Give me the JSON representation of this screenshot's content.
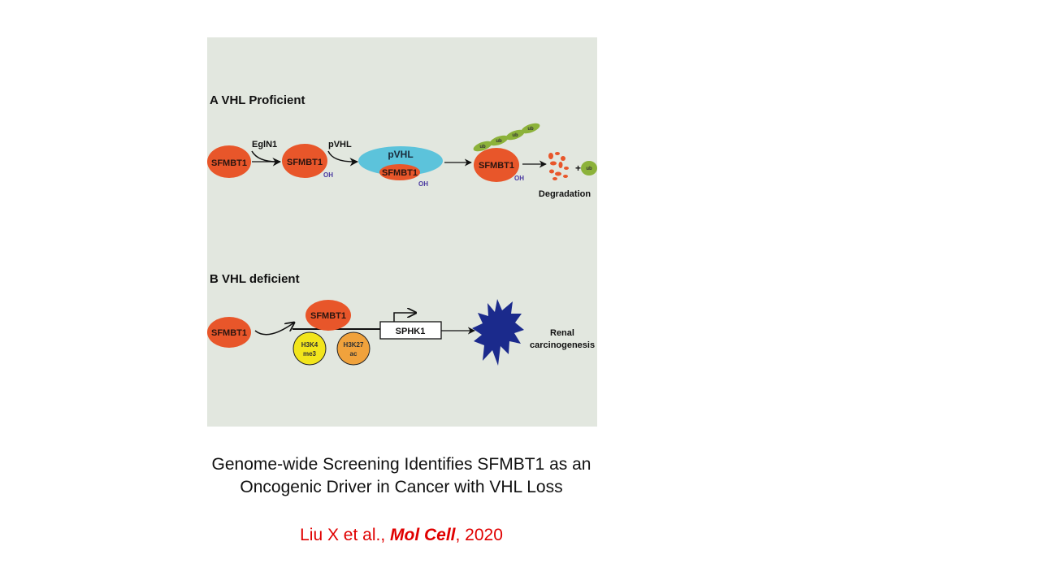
{
  "figure": {
    "panel_a": {
      "title": "A VHL Proficient",
      "protein": "SFMBT1",
      "enzyme": "EglN1",
      "ligase": "pVHL",
      "oh": "OH",
      "ub": "ub",
      "plus": "+",
      "degradation": "Degradation"
    },
    "panel_b": {
      "title": "B VHL deficient",
      "protein": "SFMBT1",
      "mark1_line1": "H3K4",
      "mark1_line2": "me3",
      "mark2_line1": "H3K27",
      "mark2_line2": "ac",
      "gene": "SPHK1",
      "outcome_line1": "Renal",
      "outcome_line2": "carcinogenesis"
    },
    "colors": {
      "background": "#e2e7df",
      "protein": "#e8562a",
      "pvhl": "#5cc3db",
      "ub": "#8cb23a",
      "tumor": "#1b2a8c",
      "h3k4": "#f2e51c",
      "h3k27": "#f0a23c"
    }
  },
  "caption": {
    "line1": "Genome-wide Screening Identifies SFMBT1 as an",
    "line2": "Oncogenic Driver in Cancer with VHL Loss"
  },
  "citation": {
    "authors": "Liu X et al., ",
    "journal": "Mol Cell",
    "year": ", 2020"
  }
}
